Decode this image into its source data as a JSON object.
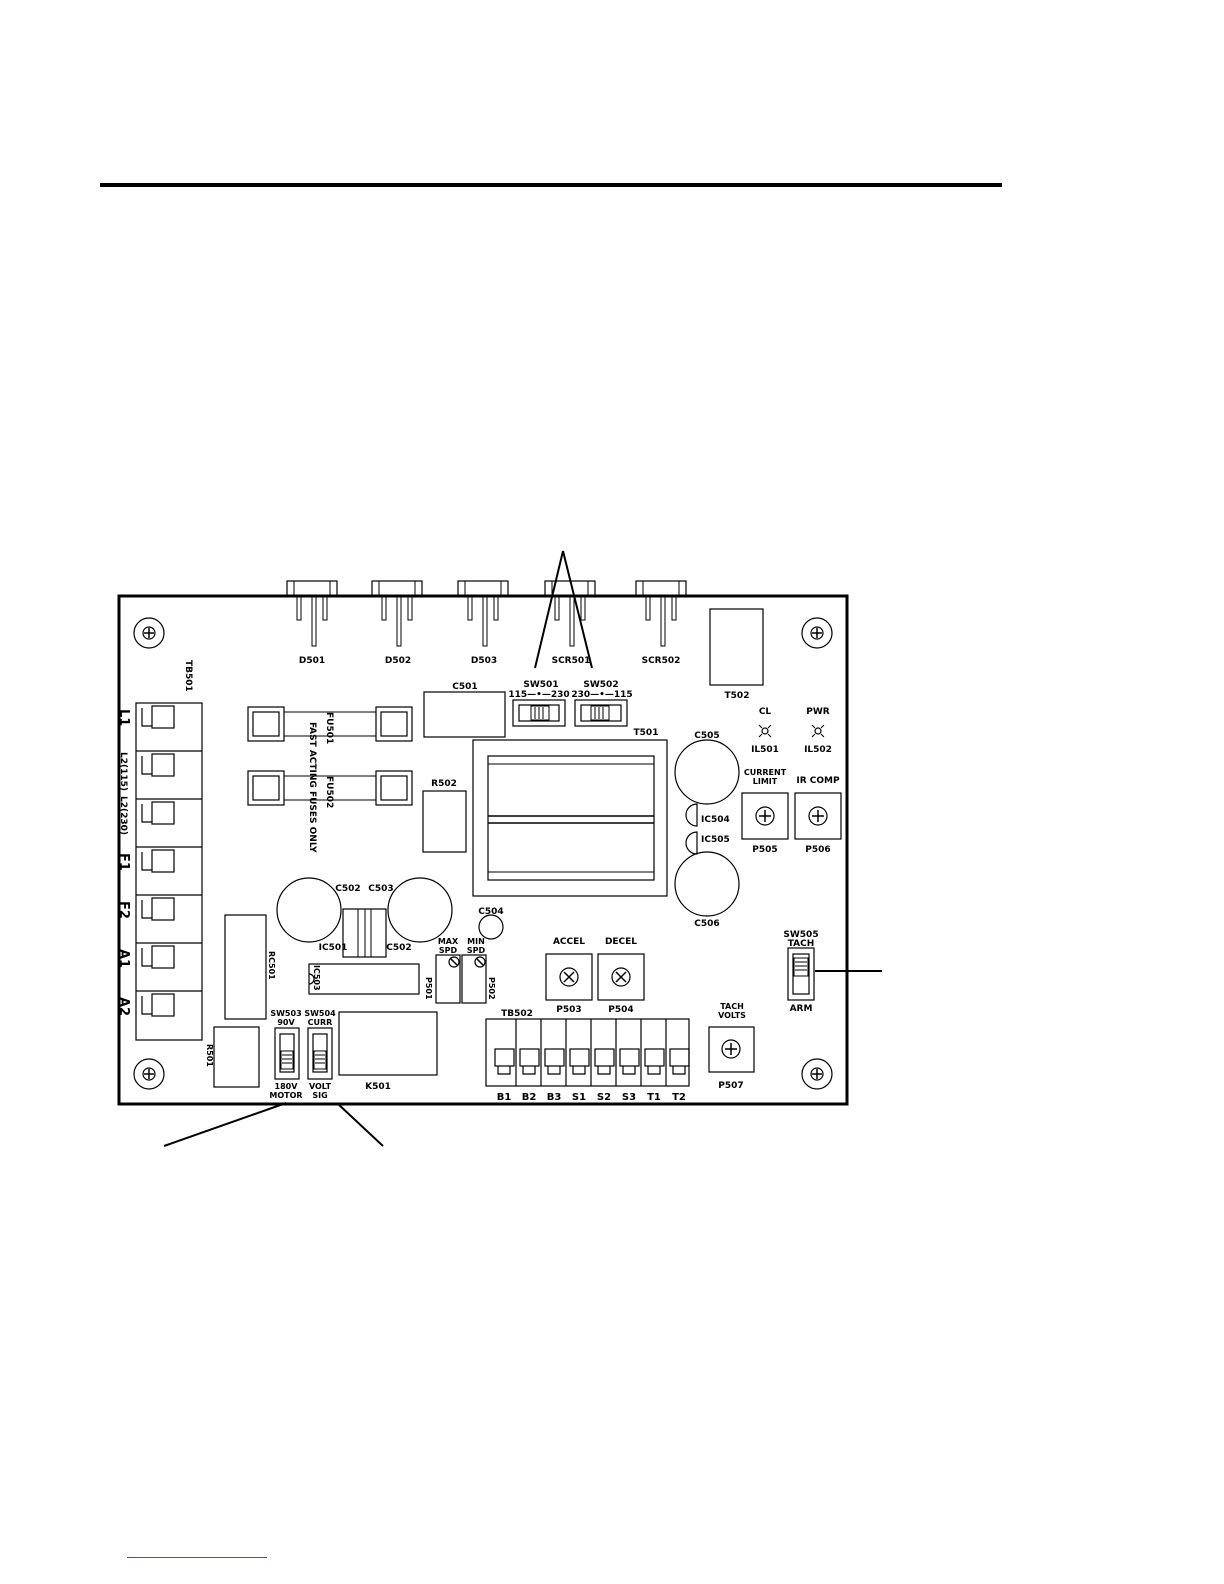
{
  "document": {
    "rule_color": "#000000",
    "bottom_rule_color": "#3355aa"
  },
  "board": {
    "diodes": [
      "D501",
      "D502",
      "D503",
      "SCR501",
      "SCR502"
    ],
    "t502": "T502",
    "tb501": "TB501",
    "tb501_terminals": [
      "L1",
      "L2(115)",
      "L2(230)",
      "F1",
      "F2",
      "A1",
      "A2"
    ],
    "c501": "C501",
    "sw501": {
      "name": "SW501",
      "range": "115—•—230"
    },
    "sw502": {
      "name": "SW502",
      "range": "230—•—115"
    },
    "fu501": "FU501",
    "fu502": "FU502",
    "fuse_note": "FAST ACTING FUSES ONLY",
    "t501": "T501",
    "r502": "R502",
    "c505": "C505",
    "c506": "C506",
    "ic504": "IC504",
    "ic505": "IC505",
    "cl": "CL",
    "pwr": "PWR",
    "il501": "IL501",
    "il502": "IL502",
    "current_limit": [
      "CURRENT",
      "LIMIT"
    ],
    "ir_comp": "IR COMP",
    "p505": "P505",
    "p506": "P506",
    "c502a": "C502",
    "c503": "C503",
    "c502b": "C502",
    "ic501": "IC501",
    "ic503": "IC503",
    "c504": "C504",
    "max_spd": [
      "MAX",
      "SPD"
    ],
    "min_spd": [
      "MIN",
      "SPD"
    ],
    "p501": "P501",
    "p502": "P502",
    "accel": "ACCEL",
    "decel": "DECEL",
    "p503": "P503",
    "p504": "P504",
    "sw505": {
      "name": "SW505",
      "top": "TACH",
      "bottom": "ARM"
    },
    "rc501": "RC501",
    "r501": "R501",
    "sw503": {
      "name": "SW503",
      "top": "90V",
      "bottom1": "180V",
      "bottom2": "MOTOR"
    },
    "sw504": {
      "name": "SW504",
      "top": "CURR",
      "bottom1": "VOLT",
      "bottom2": "SIG"
    },
    "k501": "K501",
    "tb502": "TB502",
    "tb502_terminals": [
      "B1",
      "B2",
      "B3",
      "S1",
      "S2",
      "S3",
      "T1",
      "T2"
    ],
    "tach_volts": [
      "TACH",
      "VOLTS"
    ],
    "p507": "P507"
  }
}
